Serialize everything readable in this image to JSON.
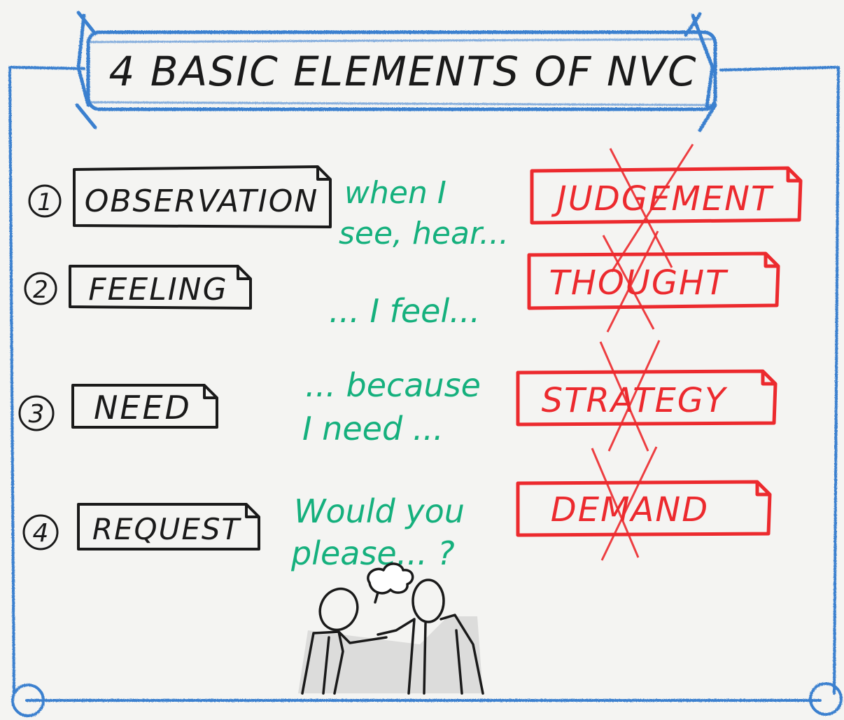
{
  "title": "4 BASIC ELEMENTS OF NVC",
  "elements": [
    {
      "number": "1",
      "label": "OBSERVATION",
      "phrase": [
        "when I",
        "see, hear..."
      ],
      "avoid": "JUDGEMENT"
    },
    {
      "number": "2",
      "label": "FEELING",
      "phrase": [
        "... I feel..."
      ],
      "avoid": "THOUGHT"
    },
    {
      "number": "3",
      "label": "NEED",
      "phrase": [
        "... because",
        "I need ..."
      ],
      "avoid": "STRATEGY"
    },
    {
      "number": "4",
      "label": "REQUEST",
      "phrase": [
        "Would you",
        "please... ?"
      ],
      "avoid": "DEMAND"
    }
  ],
  "colors": {
    "frame": "#3a80cf",
    "ink": "#1a1a1a",
    "green": "#15b07d",
    "red": "#ec2a2e",
    "paper": "#f4f4f2"
  }
}
